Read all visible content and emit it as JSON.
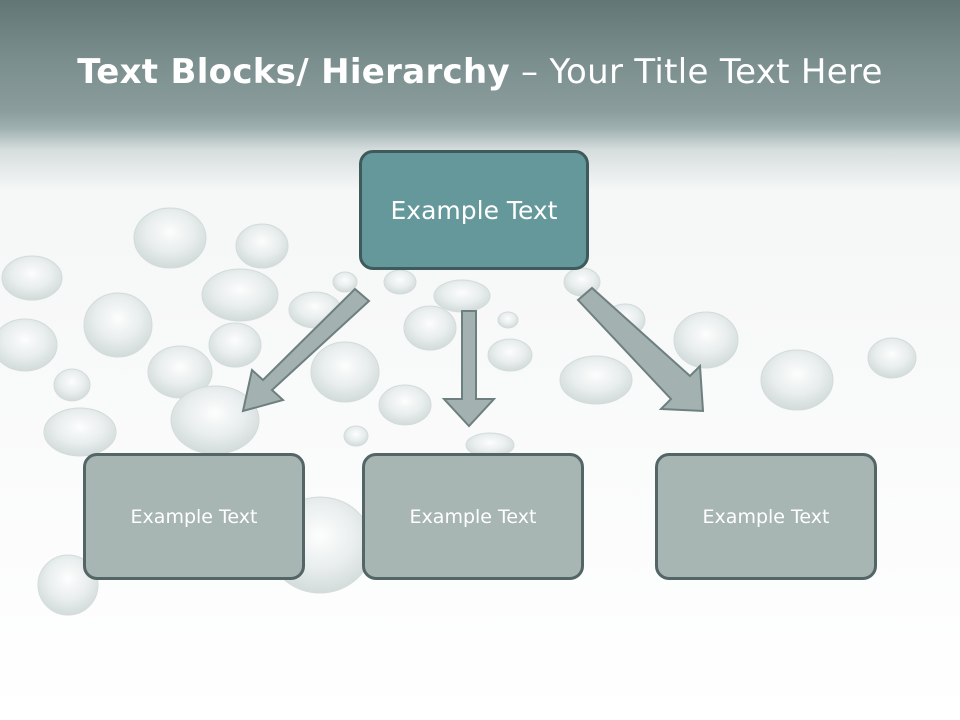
{
  "title": {
    "bold": "Text Blocks/ Hierarchy",
    "separator": " – ",
    "light": "Your Title Text Here"
  },
  "hierarchy": {
    "root": "Example Text",
    "children": [
      "Example Text",
      "Example Text",
      "Example Text"
    ]
  },
  "colors": {
    "title_band": "#6c8080",
    "root_fill": "#64989a",
    "child_fill": "#a7b5b3",
    "arrow_fill": "#a3b2b0",
    "arrow_stroke": "#6e7f7f"
  }
}
